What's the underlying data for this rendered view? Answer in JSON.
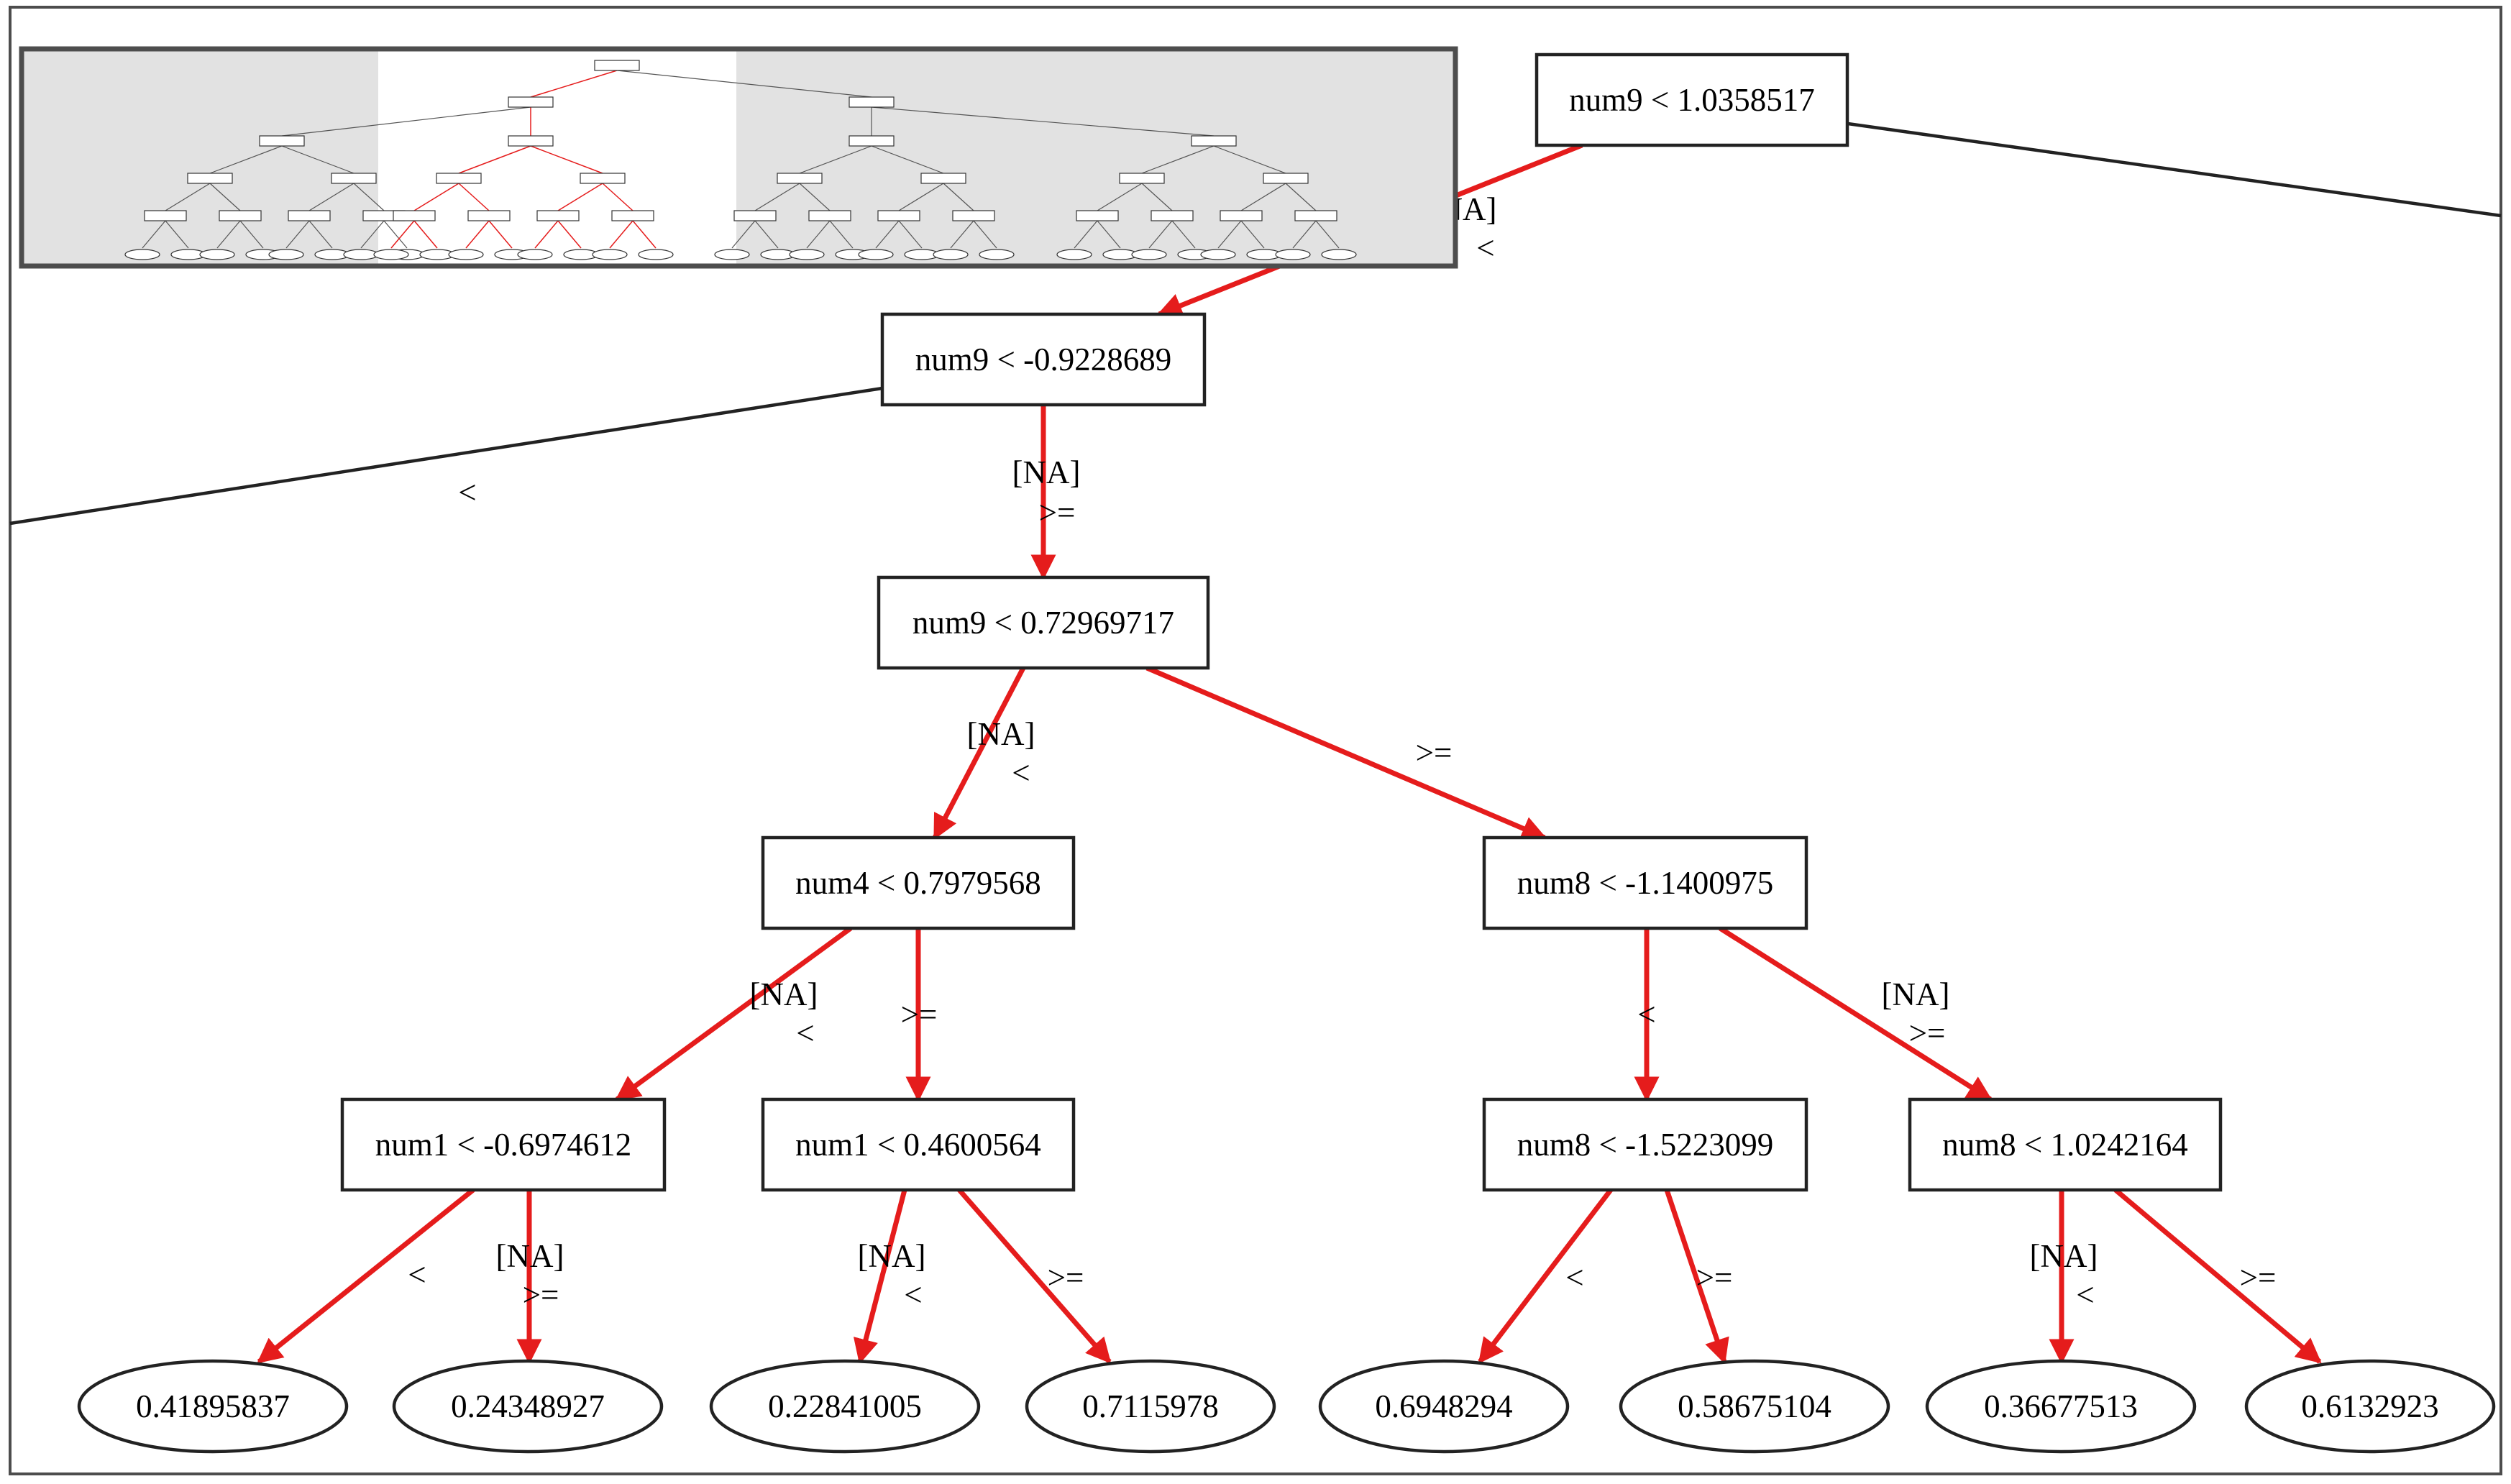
{
  "tree": {
    "nodes": [
      {
        "id": "n0",
        "type": "split",
        "label": "num9 < 1.0358517"
      },
      {
        "id": "n1",
        "type": "split",
        "label": "num9 < -0.9228689"
      },
      {
        "id": "n2",
        "type": "split",
        "label": "num9 < 0.72969717"
      },
      {
        "id": "n3",
        "type": "split",
        "label": "num4 < 0.7979568"
      },
      {
        "id": "n4",
        "type": "split",
        "label": "num8 < -1.1400975"
      },
      {
        "id": "n5",
        "type": "split",
        "label": "num1 < -0.6974612"
      },
      {
        "id": "n6",
        "type": "split",
        "label": "num1 < 0.4600564"
      },
      {
        "id": "n7",
        "type": "split",
        "label": "num8 < -1.5223099"
      },
      {
        "id": "n8",
        "type": "split",
        "label": "num8 < 1.0242164"
      },
      {
        "id": "l1",
        "type": "leaf",
        "label": "0.41895837"
      },
      {
        "id": "l2",
        "type": "leaf",
        "label": "0.24348927"
      },
      {
        "id": "l3",
        "type": "leaf",
        "label": "0.22841005"
      },
      {
        "id": "l4",
        "type": "leaf",
        "label": "0.7115978"
      },
      {
        "id": "l5",
        "type": "leaf",
        "label": "0.6948294"
      },
      {
        "id": "l6",
        "type": "leaf",
        "label": "0.58675104"
      },
      {
        "id": "l7",
        "type": "leaf",
        "label": "0.36677513"
      },
      {
        "id": "l8",
        "type": "leaf",
        "label": "0.6132923"
      }
    ],
    "edges": [
      {
        "from": "n0",
        "to": "n1",
        "label": [
          "[NA]",
          "<"
        ],
        "highlight": true
      },
      {
        "from": "n0",
        "to": "offscreen-right",
        "label": [],
        "highlight": false
      },
      {
        "from": "n1",
        "to": "offscreen-left",
        "label": [
          "<"
        ],
        "highlight": false
      },
      {
        "from": "n1",
        "to": "n2",
        "label": [
          "[NA]",
          ">="
        ],
        "highlight": true
      },
      {
        "from": "n2",
        "to": "n3",
        "label": [
          "[NA]",
          "<"
        ],
        "highlight": true
      },
      {
        "from": "n2",
        "to": "n4",
        "label": [
          ">="
        ],
        "highlight": true
      },
      {
        "from": "n3",
        "to": "n5",
        "label": [
          "[NA]",
          "<"
        ],
        "highlight": true
      },
      {
        "from": "n3",
        "to": "n6",
        "label": [
          ">="
        ],
        "highlight": true
      },
      {
        "from": "n4",
        "to": "n7",
        "label": [
          "<"
        ],
        "highlight": true
      },
      {
        "from": "n4",
        "to": "n8",
        "label": [
          "[NA]",
          ">="
        ],
        "highlight": true
      },
      {
        "from": "n5",
        "to": "l1",
        "label": [
          "<"
        ],
        "highlight": true
      },
      {
        "from": "n5",
        "to": "l2",
        "label": [
          "[NA]",
          ">="
        ],
        "highlight": true
      },
      {
        "from": "n6",
        "to": "l3",
        "label": [
          "[NA]",
          "<"
        ],
        "highlight": true
      },
      {
        "from": "n6",
        "to": "l4",
        "label": [
          ">="
        ],
        "highlight": true
      },
      {
        "from": "n7",
        "to": "l5",
        "label": [
          "<"
        ],
        "highlight": true
      },
      {
        "from": "n7",
        "to": "l6",
        "label": [
          ">="
        ],
        "highlight": true
      },
      {
        "from": "n8",
        "to": "l7",
        "label": [
          "[NA]",
          "<"
        ],
        "highlight": true
      },
      {
        "from": "n8",
        "to": "l8",
        "label": [
          ">="
        ],
        "highlight": true
      }
    ]
  },
  "overview": {
    "description_visible": false
  },
  "colors": {
    "highlight_edge": "#e51c1c",
    "normal_edge": "#222222",
    "overview_background": "#e2e2e2",
    "overview_viewport": "#ffffff"
  }
}
